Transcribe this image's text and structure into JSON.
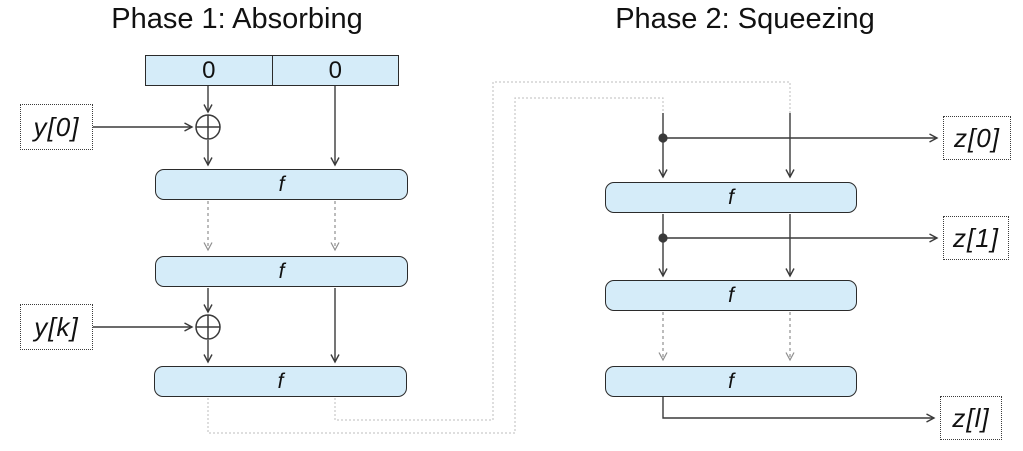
{
  "diagram": {
    "phase1_title": "Phase 1: Absorbing",
    "phase2_title": "Phase 2: Squeezing",
    "initial_state_cells": [
      "0",
      "0"
    ],
    "round_function_label": "f",
    "message_blocks": {
      "first": "y[0]",
      "last": "y[k]"
    },
    "output_blocks": {
      "first": "z[0]",
      "second": "z[1]",
      "last": "z[l]"
    },
    "xor_symbol": "⊕"
  },
  "colors": {
    "box_fill": "#d5ecf9",
    "box_border": "#2b2b2b",
    "arrow": "#3a3a3a",
    "dashed": "#8f8f8f",
    "loop": "#c9c9c9",
    "text": "#111111",
    "background": "#ffffff"
  }
}
